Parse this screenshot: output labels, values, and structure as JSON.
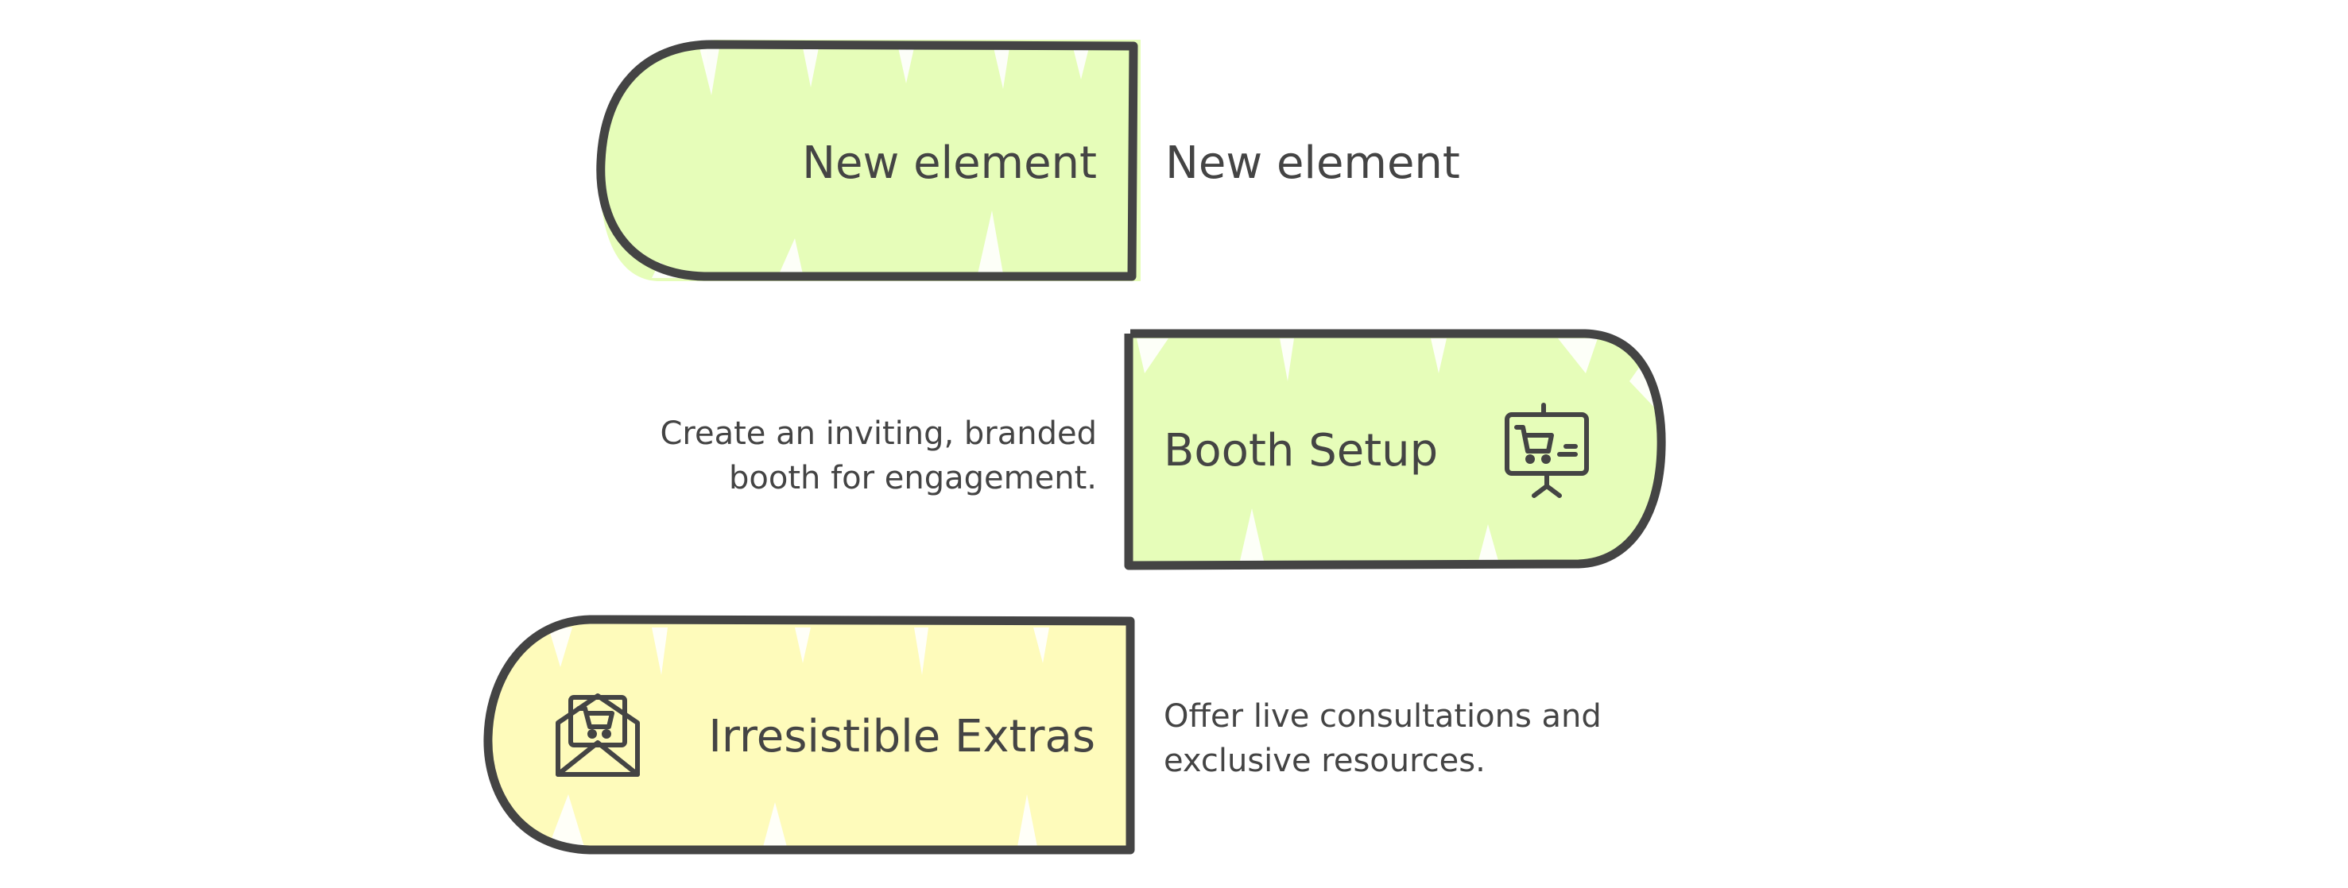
{
  "colors": {
    "outline": "#444444",
    "green_fill": "#e6fdb9",
    "yellow_fill": "#fefbbb",
    "text": "#444444"
  },
  "steps": [
    {
      "title": "New element",
      "description": [
        "New element"
      ],
      "icon": "",
      "fill": "green"
    },
    {
      "title": "Booth Setup",
      "description": [
        "Create an inviting, branded",
        "booth for engagement."
      ],
      "icon": "presentation-board-cart-icon",
      "fill": "green"
    },
    {
      "title": "Irresistible Extras",
      "description": [
        "Offer live consultations and",
        "exclusive resources."
      ],
      "icon": "envelope-cart-icon",
      "fill": "yellow"
    }
  ]
}
